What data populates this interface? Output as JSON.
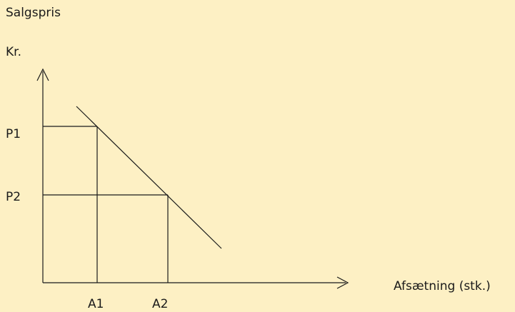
{
  "diagram": {
    "top_label": "Salgspris",
    "y_axis_label": "Kr.",
    "x_axis_label": "Afsætning (stk.)",
    "price_labels": [
      "P1",
      "P2"
    ],
    "quantity_labels": [
      "A1",
      "A2"
    ]
  },
  "chart_data": {
    "type": "line",
    "title": "Salgspris",
    "ylabel": "Kr.",
    "xlabel": "Afsætning (stk.)",
    "series": [
      {
        "points": [
          {
            "x": "A1",
            "y": "P1"
          },
          {
            "x": "A2",
            "y": "P2"
          }
        ]
      }
    ],
    "grid": false
  },
  "colors": {
    "background": "#fdf0c4",
    "ink": "#1a1a1a"
  }
}
